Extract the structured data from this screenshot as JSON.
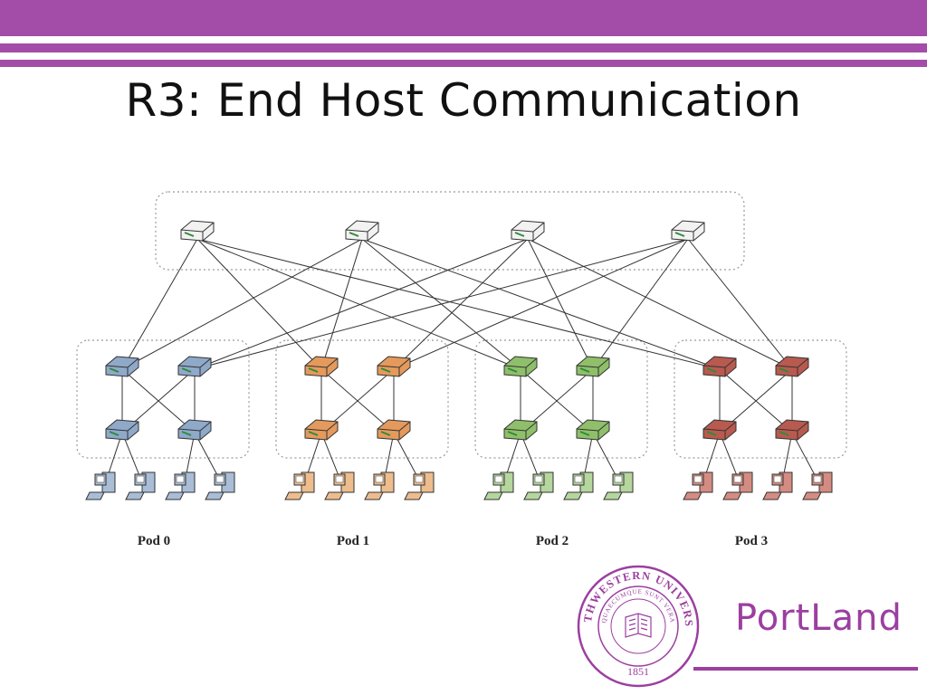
{
  "slide": {
    "title": "R3: End Host Communication"
  },
  "network": {
    "core_count": 4,
    "pods": [
      {
        "label": "Pod 0",
        "color": "#8fa9c9",
        "host_color": "#a9bdd6"
      },
      {
        "label": "Pod 1",
        "color": "#e49a5c",
        "host_color": "#edbd8e"
      },
      {
        "label": "Pod 2",
        "color": "#8fbf6a",
        "host_color": "#b5d69c"
      },
      {
        "label": "Pod 3",
        "color": "#b85a4f",
        "host_color": "#d48c82"
      }
    ],
    "core_color": "#f2f2f2"
  },
  "footer": {
    "brand": "PortLand",
    "seal_text_top": "NORTHWESTERN UNIVERSITY",
    "seal_text_inner": "QUAECUMQUE SUNT VERA",
    "seal_year": "1851",
    "accent_color": "#9b3fa0"
  }
}
